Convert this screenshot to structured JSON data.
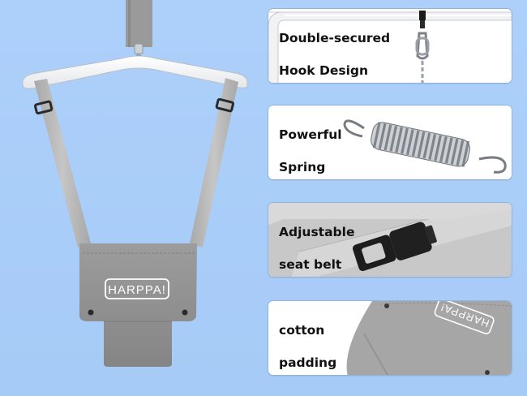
{
  "brand": {
    "logo_text": "HARPPA!"
  },
  "features": [
    {
      "label_line1": "Double-secured",
      "label_line2": "Hook Design",
      "icon": "hook-icon"
    },
    {
      "label_line1": "Powerful",
      "label_line2": "Spring",
      "icon": "spring-icon"
    },
    {
      "label_line1": "Adjustable",
      "label_line2": "seat belt",
      "icon": "buckle-icon"
    },
    {
      "label_line1": "cotton",
      "label_line2": "padding",
      "icon": "seat-pad-icon"
    }
  ],
  "colors": {
    "background": "#a9cdf7",
    "strap": "#bdbdbd",
    "seat": "#8f8f8f",
    "card_border": "#8fb5df"
  }
}
